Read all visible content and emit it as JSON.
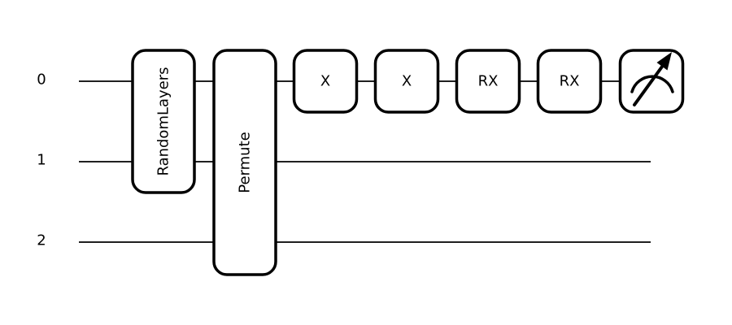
{
  "diagram": {
    "type": "quantum-circuit",
    "background_color": "#ffffff",
    "stroke_color": "#000000",
    "wires": [
      {
        "label": "0"
      },
      {
        "label": "1"
      },
      {
        "label": "2"
      }
    ],
    "gates": [
      {
        "label": "RandomLayers",
        "wires": [
          0,
          1
        ],
        "text_orientation": "vertical"
      },
      {
        "label": "Permute",
        "wires": [
          0,
          1,
          2
        ],
        "text_orientation": "vertical"
      },
      {
        "label": "X",
        "wires": [
          0
        ],
        "text_orientation": "horizontal"
      },
      {
        "label": "X",
        "wires": [
          0
        ],
        "text_orientation": "horizontal"
      },
      {
        "label": "RX",
        "wires": [
          0
        ],
        "text_orientation": "horizontal"
      },
      {
        "label": "RX",
        "wires": [
          0
        ],
        "text_orientation": "horizontal"
      },
      {
        "icon": "measurement-gauge",
        "wires": [
          0
        ]
      }
    ]
  }
}
